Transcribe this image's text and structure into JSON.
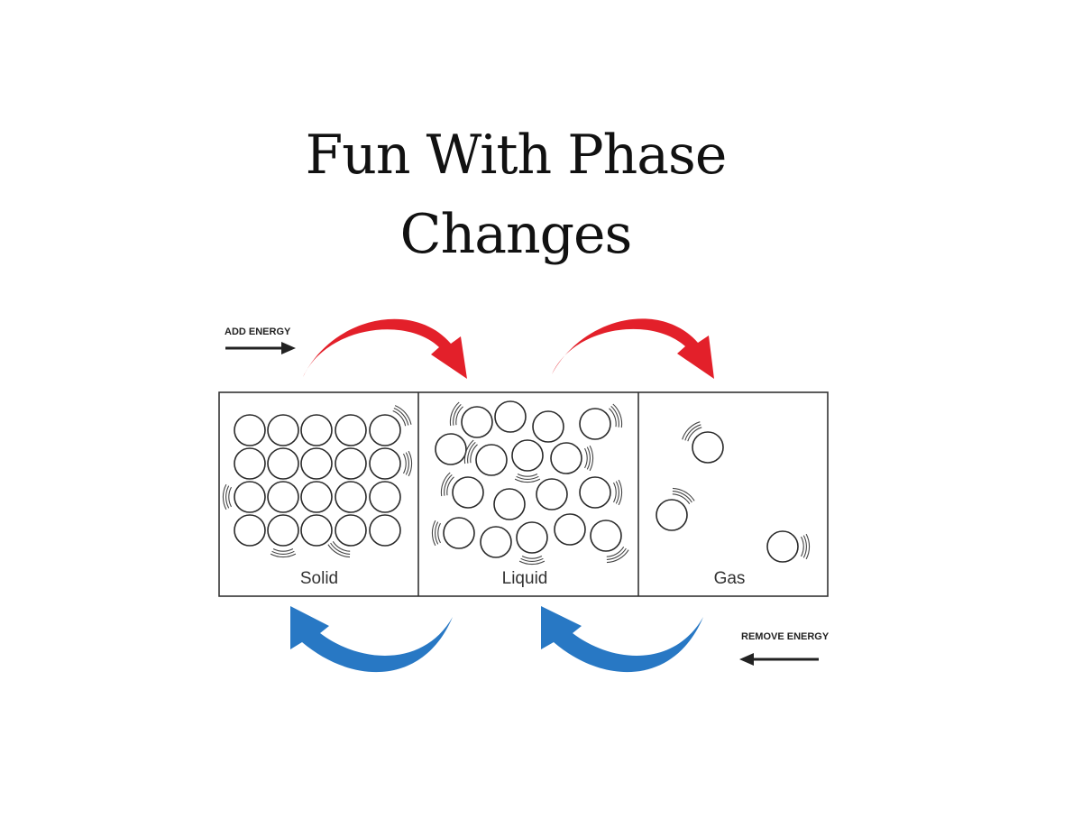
{
  "title": {
    "line1": "Fun With Phase",
    "line2": "Changes"
  },
  "labels": {
    "add_energy": "ADD ENERGY",
    "remove_energy": "REMOVE ENERGY"
  },
  "phases": [
    {
      "name": "Solid"
    },
    {
      "name": "Liquid"
    },
    {
      "name": "Gas"
    }
  ],
  "colors": {
    "heat_arrow": "#e3202a",
    "cool_arrow": "#2878c4",
    "ink": "#2a2a2a"
  },
  "icons": [
    "right-arrow-icon",
    "left-arrow-icon"
  ]
}
